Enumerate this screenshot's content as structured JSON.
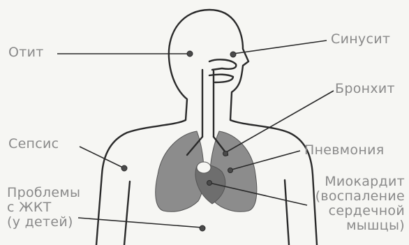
{
  "labels": {
    "otit": "Отит",
    "sinusit": "Синусит",
    "bronhit": "Бронхит",
    "sepsis": "Сепсис",
    "pnevmoniya": "Пневмония",
    "miokardit": [
      "Миокардит",
      "(воспаление",
      "сердечной",
      "мышцы)"
    ],
    "gkt": [
      "Проблемы",
      "с ЖКТ",
      "(у детей)"
    ]
  }
}
